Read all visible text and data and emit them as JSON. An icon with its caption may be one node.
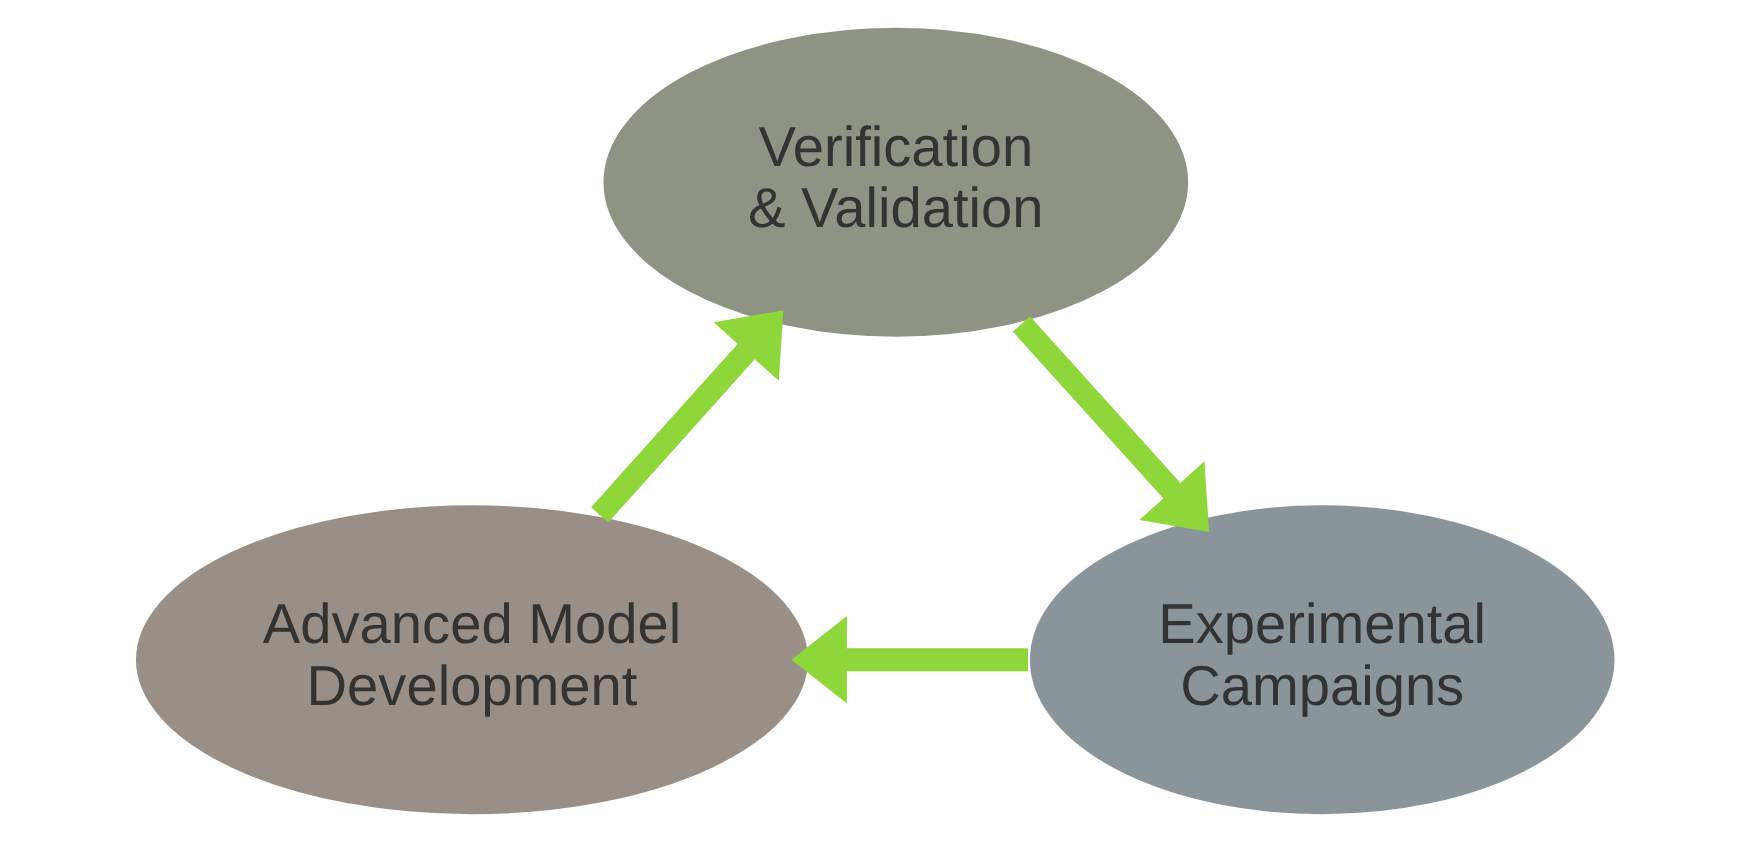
{
  "diagram": {
    "nodes": [
      {
        "text": [
          "Verification & Validation"
        ]
      },
      {
        "text": [
          "Experimental Campaigns"
        ]
      },
      {
        "text": [
          "Advanced Model Development"
        ]
      }
    ],
    "edges": [
      {
        "from": 0,
        "to": 1,
        "arrow": "to"
      },
      {
        "from": 1,
        "to": 2,
        "arrow": "to"
      },
      {
        "from": 2,
        "to": 0,
        "arrow": "to"
      }
    ]
  }
}
